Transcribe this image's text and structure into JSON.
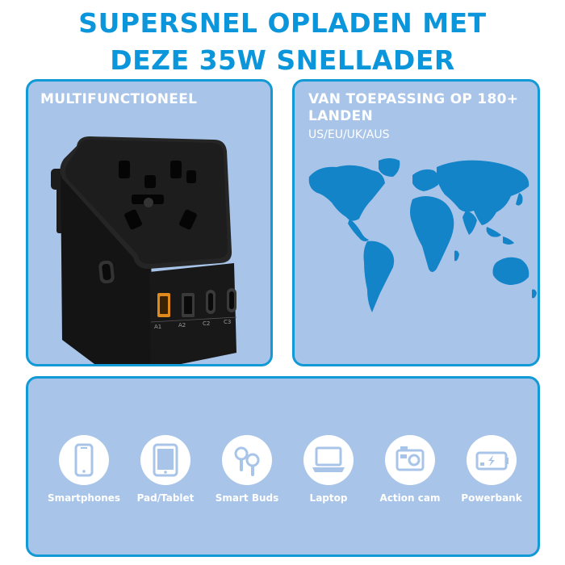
{
  "headline": {
    "line1": "SUPERSNEL OPLADEN MET",
    "line2": "DEZE 35W SNELLADER"
  },
  "colors": {
    "accent": "#0b96dc",
    "panel_bg": "#a8c4e8",
    "panel_border": "#129ad6",
    "map": "#1384c8",
    "icon": "#a8c4e8"
  },
  "left_panel": {
    "heading": "MULTIFUNCTIONEEL",
    "port_labels": [
      "A1",
      "A2",
      "C2",
      "C3"
    ]
  },
  "right_panel": {
    "heading": "VAN TOEPASSING OP 180+ LANDEN",
    "subheading": "US/EU/UK/AUS"
  },
  "devices": [
    {
      "label": "Smartphones",
      "icon": "smartphone-icon"
    },
    {
      "label": "Pad/Tablet",
      "icon": "tablet-icon"
    },
    {
      "label": "Smart Buds",
      "icon": "earbuds-icon"
    },
    {
      "label": "Laptop",
      "icon": "laptop-icon"
    },
    {
      "label": "Action cam",
      "icon": "action-camera-icon"
    },
    {
      "label": "Powerbank",
      "icon": "powerbank-icon"
    }
  ]
}
